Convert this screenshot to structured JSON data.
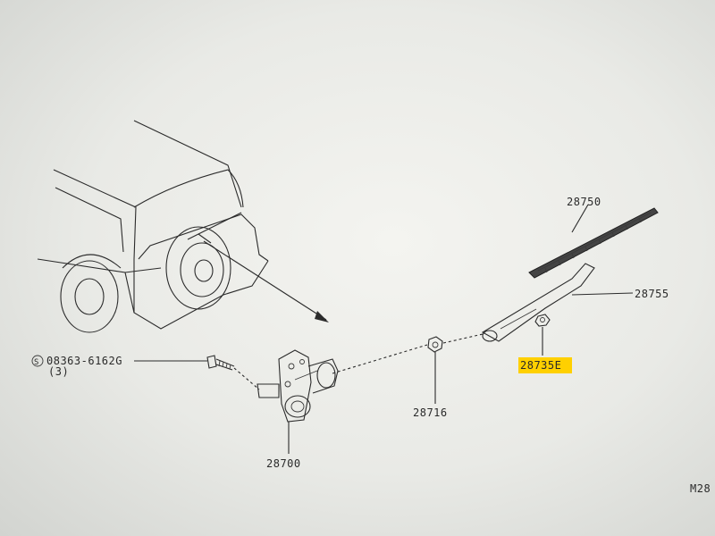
{
  "diagram": {
    "parts": {
      "wiper_blade": "28750",
      "wiper_arm": "28755",
      "arm_nut": "28735E",
      "pivot_nut": "28716",
      "wiper_motor": "28700",
      "bolt": "08363-6162G",
      "bolt_qty": "(3)",
      "bolt_symbol": "S"
    },
    "page_code": "M28",
    "highlight_color": "#ffd000"
  }
}
